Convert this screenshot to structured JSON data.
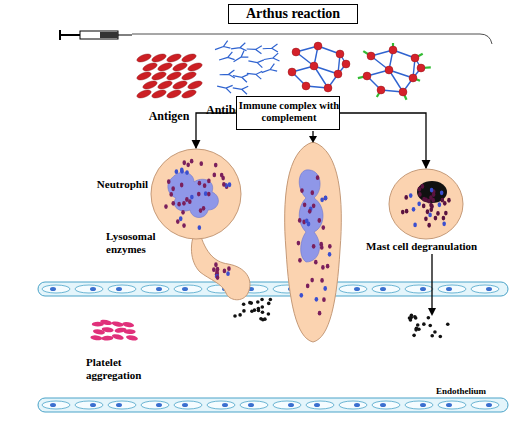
{
  "diagram": {
    "title": "Arthus reaction",
    "nodes": [
      {
        "text": [
          "Immune complex with complement"
        ]
      },
      {
        "text": [
          "Neutrophil"
        ]
      },
      {
        "text": [
          "Mast cell degranulation"
        ]
      }
    ],
    "edges": [
      {
        "from": 0,
        "to": 1,
        "arrow": "to"
      },
      {
        "from": 0,
        "to": 2,
        "arrow": "to"
      }
    ],
    "labels": [
      "Antigen",
      "Antibody",
      "Lysosomal enzymes",
      "Platelet aggregation",
      "Endothelium"
    ]
  }
}
